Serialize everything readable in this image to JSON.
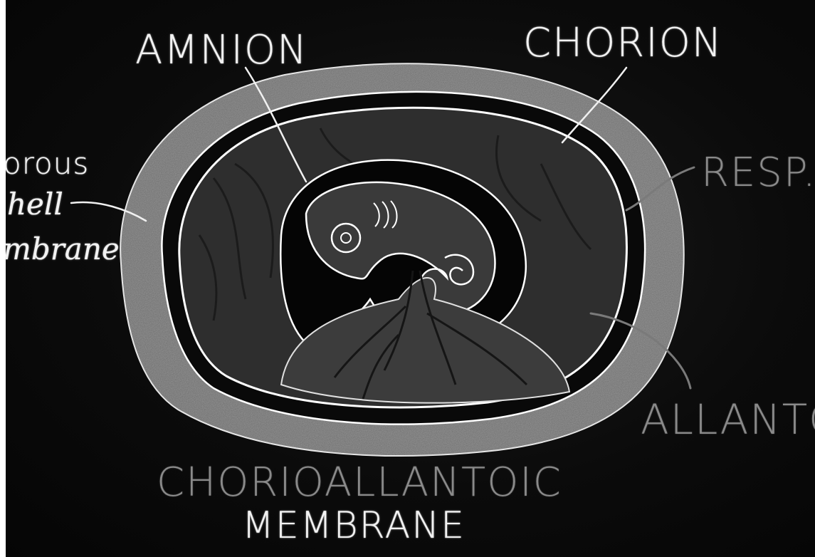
{
  "labels": {
    "amnion": "AMNION",
    "chorion": "CHORION",
    "fibrous": "orous",
    "shell": "hell",
    "membrane_side": "mbrane",
    "resp": "RESP.",
    "allantois": "ALLANTOIS",
    "chorioallantoic": "CHORIOALLANTOIC",
    "membrane_bottom": "MEMBRANE"
  },
  "colors": {
    "board": "#0b0b0b",
    "chalk": "#f2f2f2",
    "faint_chalk": "#8a8a8a"
  }
}
